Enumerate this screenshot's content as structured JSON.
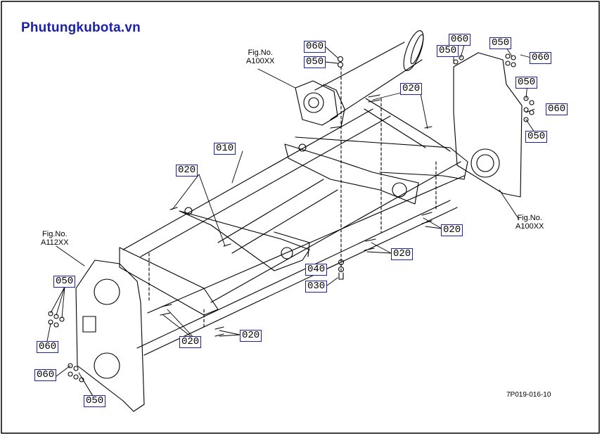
{
  "brand": "Phutungkubota.vn",
  "drawing_number": "7P019-016-10",
  "figure_refs": {
    "top": {
      "line1": "Fig.No.",
      "line2": "A100XX"
    },
    "right": {
      "line1": "Fig.No.",
      "line2": "A100XX"
    },
    "left": {
      "line1": "Fig.No.",
      "line2": "A112XX"
    }
  },
  "callouts": {
    "c010": "010",
    "c020": "020",
    "c030": "030",
    "c040": "040",
    "c050": "050",
    "c060": "060"
  },
  "colors": {
    "callout_border": "#1b22a8",
    "brand": "#1b22a8",
    "line": "#000000"
  }
}
